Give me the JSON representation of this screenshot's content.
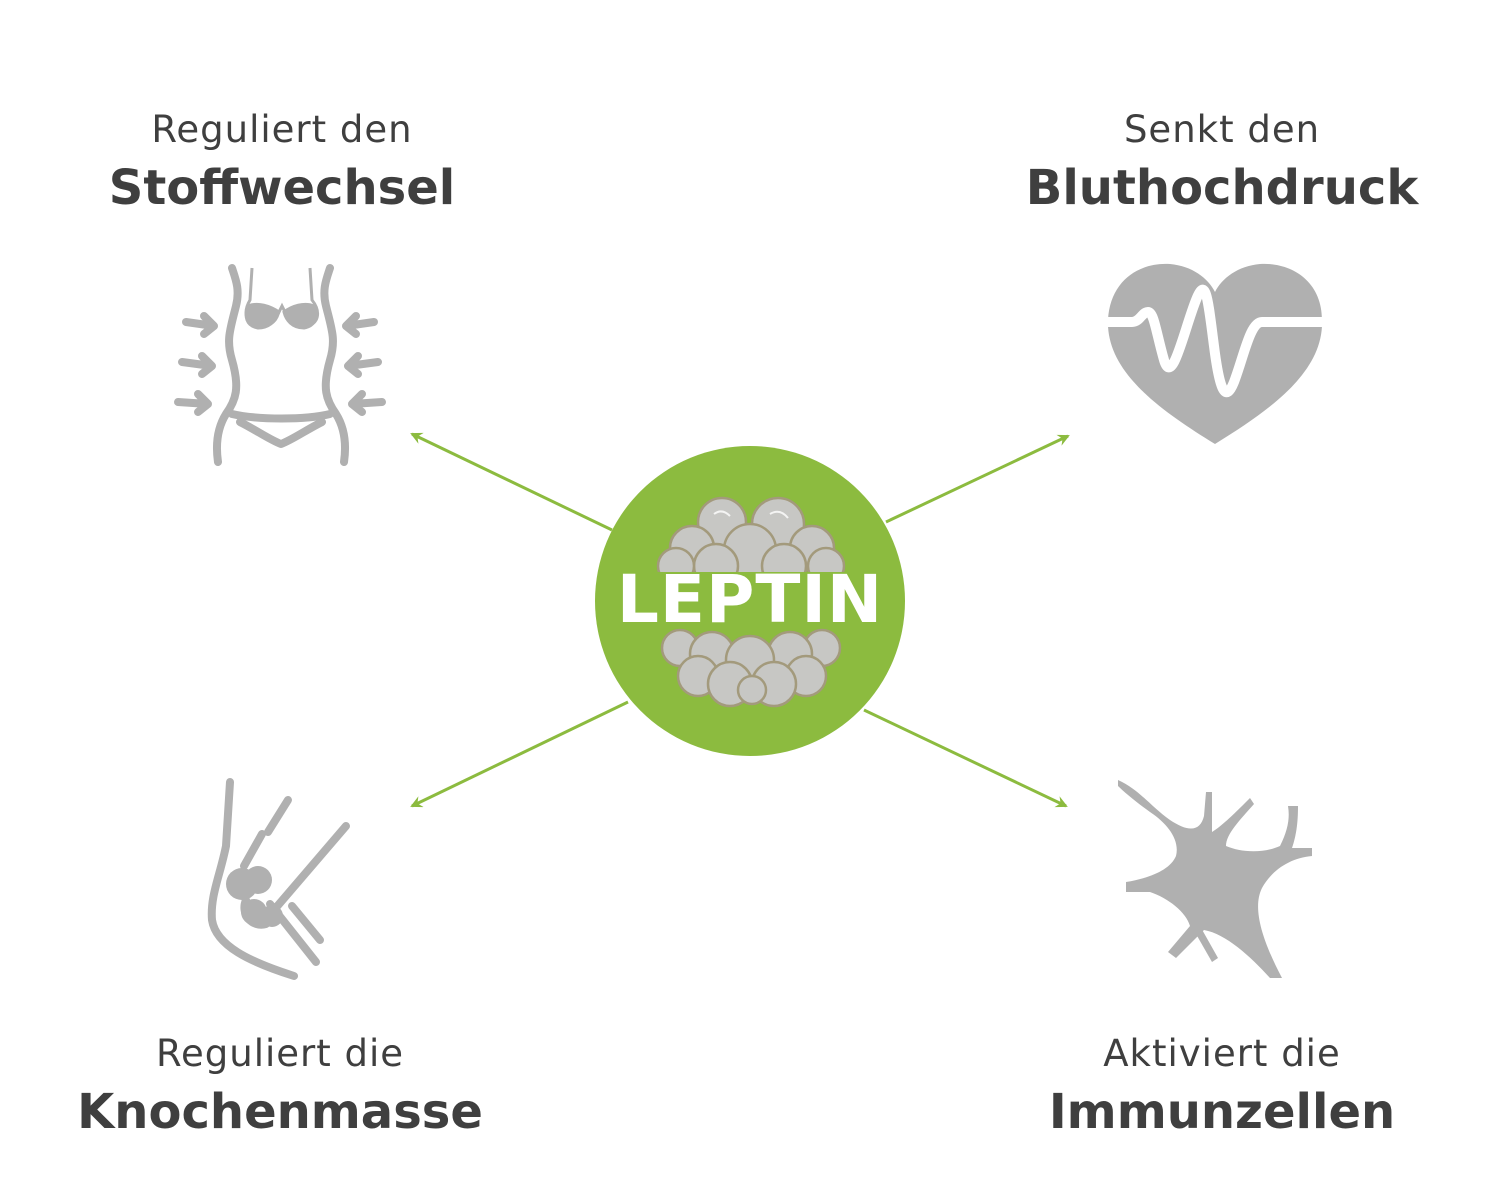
{
  "center": {
    "label": "LEPTIN",
    "circle_color": "#8cbb3f",
    "icon": "fat-cells-icon"
  },
  "arrow_color": "#8cbb3f",
  "icon_color": "#b0b0b0",
  "effects": [
    {
      "id": "top-left",
      "line1": "Reguliert den",
      "line2": "Stoffwechsel",
      "icon": "body-waist-icon"
    },
    {
      "id": "top-right",
      "line1": "Senkt den",
      "line2": "Bluthochdruck",
      "icon": "heart-pulse-icon"
    },
    {
      "id": "bottom-left",
      "line1": "Reguliert die",
      "line2": "Knochenmasse",
      "icon": "knee-bone-icon"
    },
    {
      "id": "bottom-right",
      "line1": "Aktiviert die",
      "line2": "Immunzellen",
      "icon": "immune-cell-icon"
    }
  ]
}
